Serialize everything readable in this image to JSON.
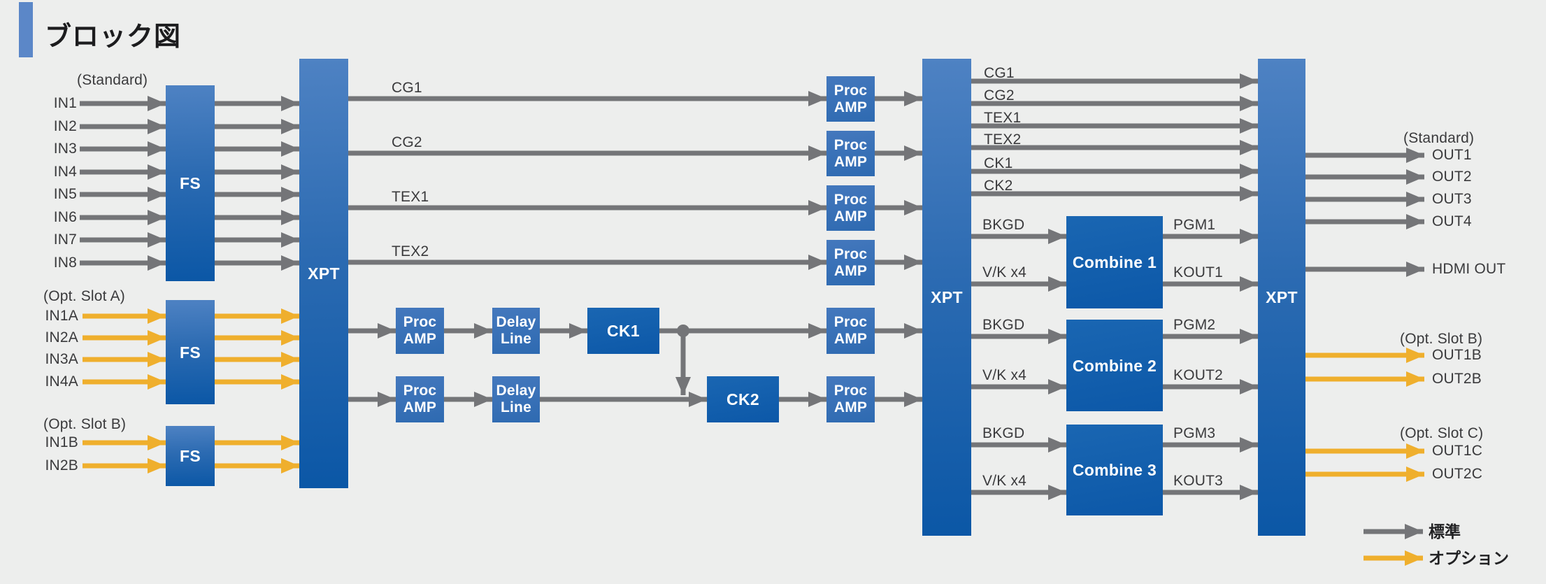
{
  "title": "ブロック図",
  "colors": {
    "background": "#EDEEED",
    "standard_line": "#747578",
    "option_line": "#EFAF2D",
    "block_blue_light": "#4E82C3",
    "block_blue_dark": "#0B57A6",
    "accent_bar": "#5B87C8"
  },
  "inputs": {
    "standard": {
      "header": "(Standard)",
      "labels": [
        "IN1",
        "IN2",
        "IN3",
        "IN4",
        "IN5",
        "IN6",
        "IN7",
        "IN8"
      ]
    },
    "opt_a": {
      "header": "(Opt. Slot A)",
      "labels": [
        "IN1A",
        "IN2A",
        "IN3A",
        "IN4A"
      ]
    },
    "opt_b": {
      "header": "(Opt. Slot B)",
      "labels": [
        "IN1B",
        "IN2B"
      ]
    }
  },
  "blocks": {
    "fs": "FS",
    "xpt": "XPT",
    "proc_amp": [
      "Proc",
      "AMP"
    ],
    "delay_line": [
      "Delay",
      "Line"
    ],
    "ck1": "CK1",
    "ck2": "CK2",
    "combine": [
      "Combine 1",
      "Combine 2",
      "Combine 3"
    ]
  },
  "buses": {
    "xpt1_out": [
      "CG1",
      "CG2",
      "TEX1",
      "TEX2"
    ],
    "xpt2_out": [
      "CG1",
      "CG2",
      "TEX1",
      "TEX2",
      "CK1",
      "CK2"
    ],
    "combine_in": {
      "bkgd": "BKGD",
      "vk": "V/K x4"
    },
    "combine_out": [
      [
        "PGM1",
        "KOUT1"
      ],
      [
        "PGM2",
        "KOUT2"
      ],
      [
        "PGM3",
        "KOUT3"
      ]
    ]
  },
  "outputs": {
    "standard": {
      "header": "(Standard)",
      "labels": [
        "OUT1",
        "OUT2",
        "OUT3",
        "OUT4"
      ]
    },
    "hdmi": "HDMI OUT",
    "opt_b": {
      "header": "(Opt. Slot B)",
      "labels": [
        "OUT1B",
        "OUT2B"
      ]
    },
    "opt_c": {
      "header": "(Opt. Slot C)",
      "labels": [
        "OUT1C",
        "OUT2C"
      ]
    }
  },
  "legend": {
    "standard": "標準",
    "option": "オプション"
  }
}
